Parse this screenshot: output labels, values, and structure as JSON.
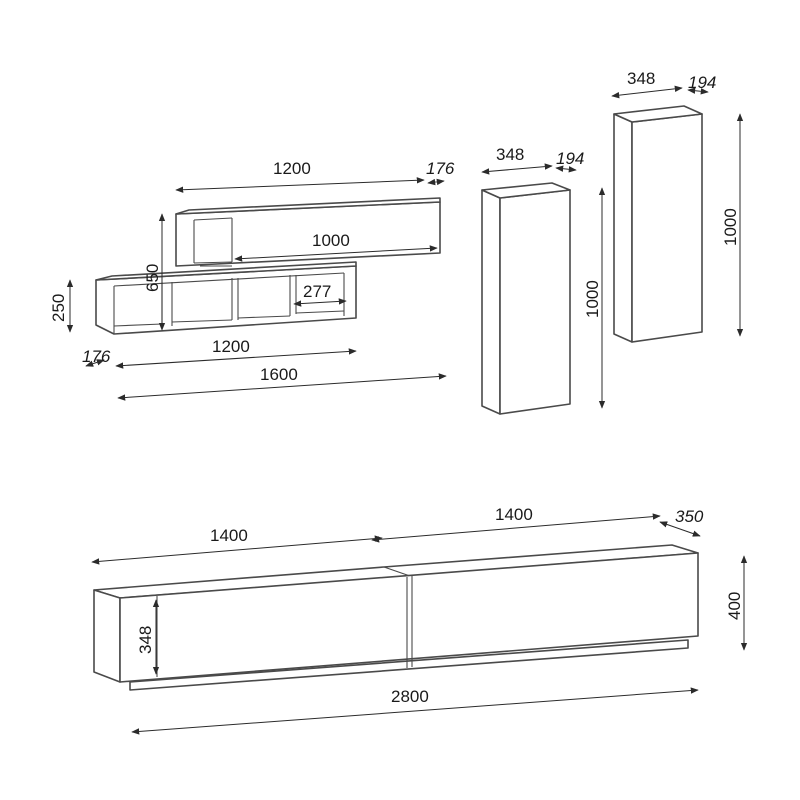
{
  "diagram": {
    "dimensions": {
      "shelf_top_width": "1200",
      "shelf_top_depth": "176",
      "shelf_top_inner": "1000",
      "shelf_height": "650",
      "shelf_box_height": "250",
      "shelf_cube_width": "277",
      "shelf_bottom_width": "1200",
      "shelf_bottom_depth": "176",
      "shelf_total_width": "1600",
      "cab1_width": "348",
      "cab1_depth": "194",
      "cab1_height": "1000",
      "cab2_width": "348",
      "cab2_depth": "194",
      "cab2_height": "1000",
      "tv_left_width": "1400",
      "tv_right_width": "1400",
      "tv_depth": "350",
      "tv_height": "400",
      "tv_door_height": "348",
      "tv_total_width": "2800"
    }
  }
}
